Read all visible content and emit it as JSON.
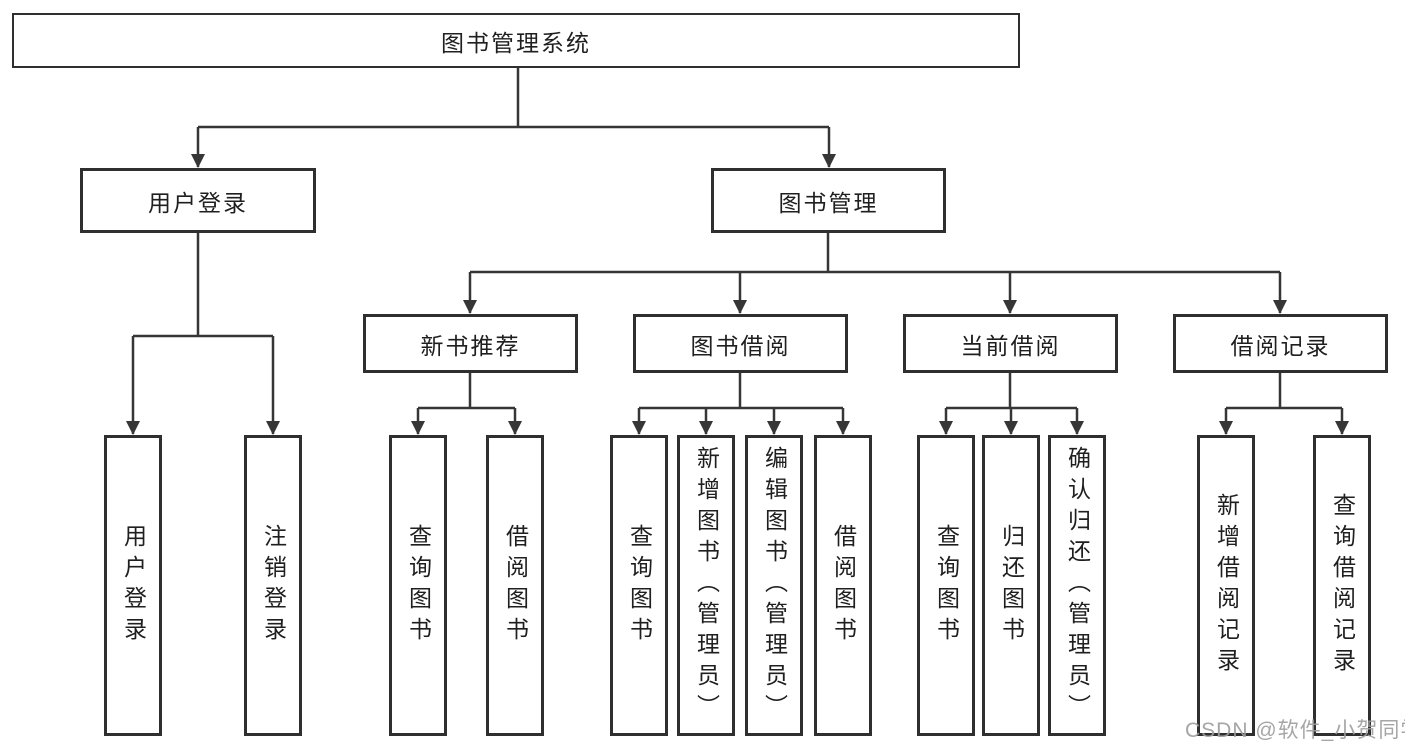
{
  "diagram": {
    "tree": {
      "root": {
        "label": "图书管理系统",
        "children": [
          {
            "label": "用户登录",
            "children": [
              {
                "label": "用户登录"
              },
              {
                "label": "注销登录"
              }
            ]
          },
          {
            "label": "图书管理",
            "children": [
              {
                "label": "新书推荐",
                "children": [
                  {
                    "label": "查询图书"
                  },
                  {
                    "label": "借阅图书"
                  }
                ]
              },
              {
                "label": "图书借阅",
                "children": [
                  {
                    "label": "查询图书"
                  },
                  {
                    "label": "新增图书（管理员）"
                  },
                  {
                    "label": "编辑图书（管理员）"
                  },
                  {
                    "label": "借阅图书"
                  }
                ]
              },
              {
                "label": "当前借阅",
                "children": [
                  {
                    "label": "查询图书"
                  },
                  {
                    "label": "归还图书"
                  },
                  {
                    "label": "确认归还（管理员）"
                  }
                ]
              },
              {
                "label": "借阅记录",
                "children": [
                  {
                    "label": "新增借阅记录"
                  },
                  {
                    "label": "查询借阅记录"
                  }
                ]
              }
            ]
          }
        ]
      }
    },
    "colors": {
      "line": "#363636",
      "box_border": "#2f2f2f",
      "text": "#1f1f1f",
      "watermark": "#9e9e9e"
    }
  },
  "watermark": {
    "text": "CSDN @软件_小贺同学"
  }
}
